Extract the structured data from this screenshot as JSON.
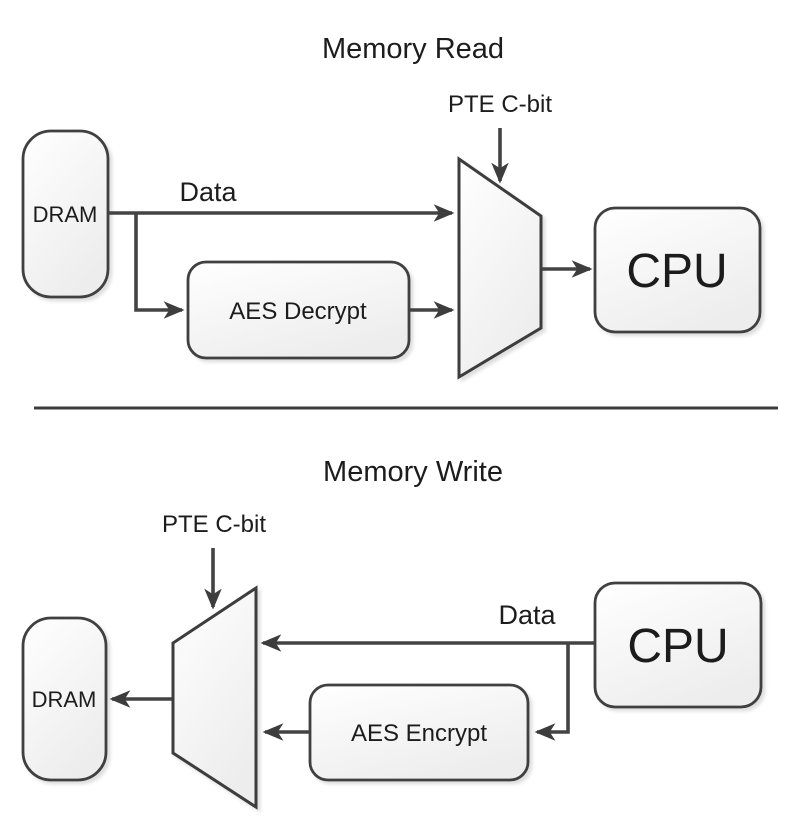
{
  "diagram": {
    "kind": "memory-encryption-datapath",
    "colors": {
      "wire": "#434343",
      "shape_stroke": "#404040",
      "shape_fill_top": "#ffffff",
      "shape_fill_bottom": "#ededed",
      "text": "#1c1c1c",
      "background": "#ffffff"
    },
    "read": {
      "title": "Memory Read",
      "select_label": "PTE C-bit",
      "data_label": "Data",
      "source_label": "DRAM",
      "aes_label": "AES Decrypt",
      "dest_label": "CPU"
    },
    "write": {
      "title": "Memory Write",
      "select_label": "PTE C-bit",
      "data_label": "Data",
      "source_label": "CPU",
      "aes_label": "AES Encrypt",
      "dest_label": "DRAM"
    }
  }
}
